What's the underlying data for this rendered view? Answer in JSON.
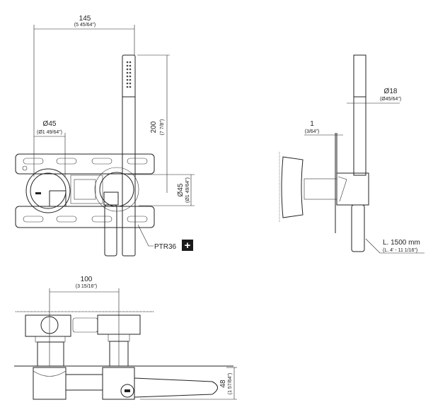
{
  "front_view": {
    "width_dim": {
      "value": "145",
      "imperial": "(5 45/64\")"
    },
    "handle_dia_dim": {
      "value": "Ø45",
      "imperial": "(Ø1 49/64\")"
    },
    "shower_len_dim": {
      "value": "200",
      "imperial": "(7 7/8\")"
    },
    "holder_dia_dim": {
      "value": "Ø45",
      "imperial": "(Ø1 49/64\")"
    },
    "part_code": "PTR36",
    "plus_badge": "+"
  },
  "side_view": {
    "shower_dia_dim": {
      "value": "Ø18",
      "imperial": "(Ø45/64\")"
    },
    "gap_dim": {
      "value": "1",
      "imperial": "(3/64\")"
    },
    "hose_len": {
      "value": "L. 1500 mm",
      "imperial": "(L. 4' - 11 1/16\")"
    }
  },
  "top_view": {
    "spacing_dim": {
      "value": "100",
      "imperial": "(3 15/16\")"
    },
    "depth_dim": {
      "value": "48",
      "imperial": "(1 57/64\")"
    }
  },
  "colors": {
    "line": "#222222",
    "badge": "#1a1a1a"
  }
}
